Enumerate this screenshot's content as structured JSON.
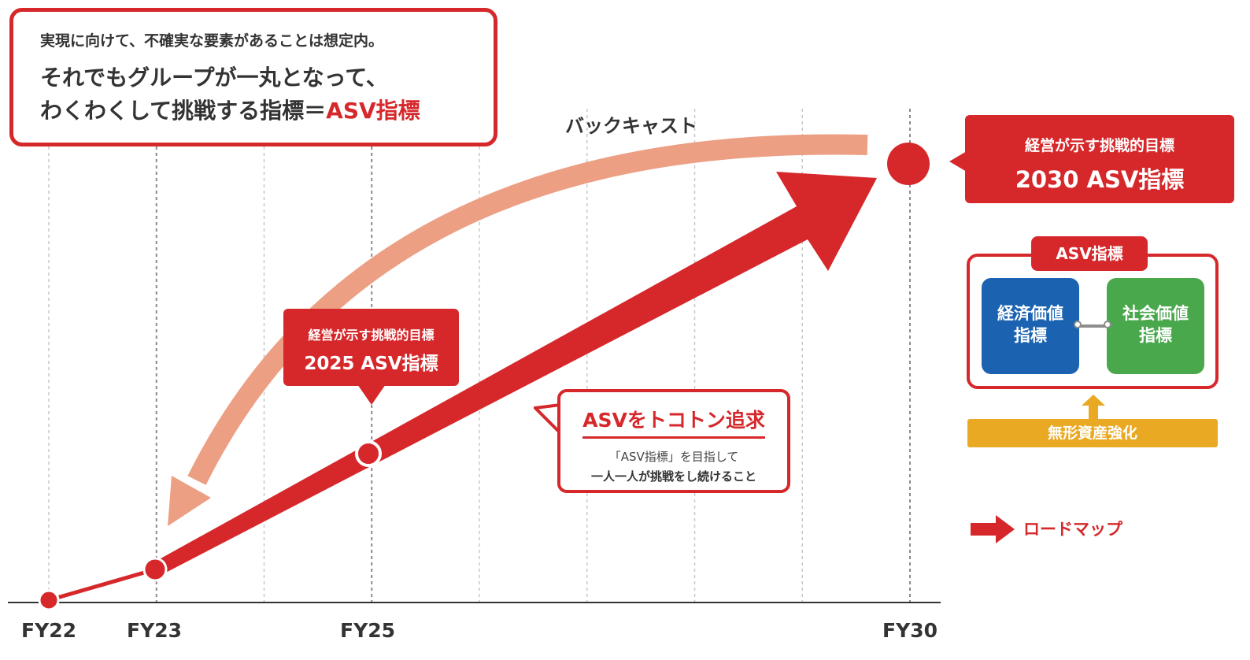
{
  "headline": {
    "line1": "実現に向けて、不確実な要素があることは想定内。",
    "line2": "それでもグループが一丸となって、",
    "line3_prefix": "わくわくして挑戦する指標＝",
    "line3_accent": "ASV指標"
  },
  "backcast_label": "バックキャスト",
  "callout_2030": {
    "line1": "経営が示す挑戦的目標",
    "line2": "2030 ASV指標"
  },
  "callout_2025": {
    "line1": "経営が示す挑戦的目標",
    "line2": "2025 ASV指標"
  },
  "pursuit": {
    "title": "ASVをトコトン追求",
    "line1": "「ASV指標」を目指して",
    "line2": "一人一人が挑戦をし続けること"
  },
  "asv_panel": {
    "tab": "ASV指標",
    "economic": [
      "経済価値",
      "指標"
    ],
    "social": [
      "社会価値",
      "指標"
    ]
  },
  "intangible_label": "無形資産強化",
  "legend": {
    "roadmap_label": "ロードマップ"
  },
  "colors": {
    "red": "#d6282b",
    "salmon": "#ec9f83",
    "blue": "#1b63b1",
    "green": "#4aa84c",
    "gold": "#e9a922"
  },
  "chart_data": {
    "type": "line",
    "x_axis_labels": [
      "FY22",
      "FY23",
      "FY25",
      "FY30"
    ],
    "milestones": [
      "FY22",
      "FY23",
      "FY25",
      "FY30"
    ]
  }
}
